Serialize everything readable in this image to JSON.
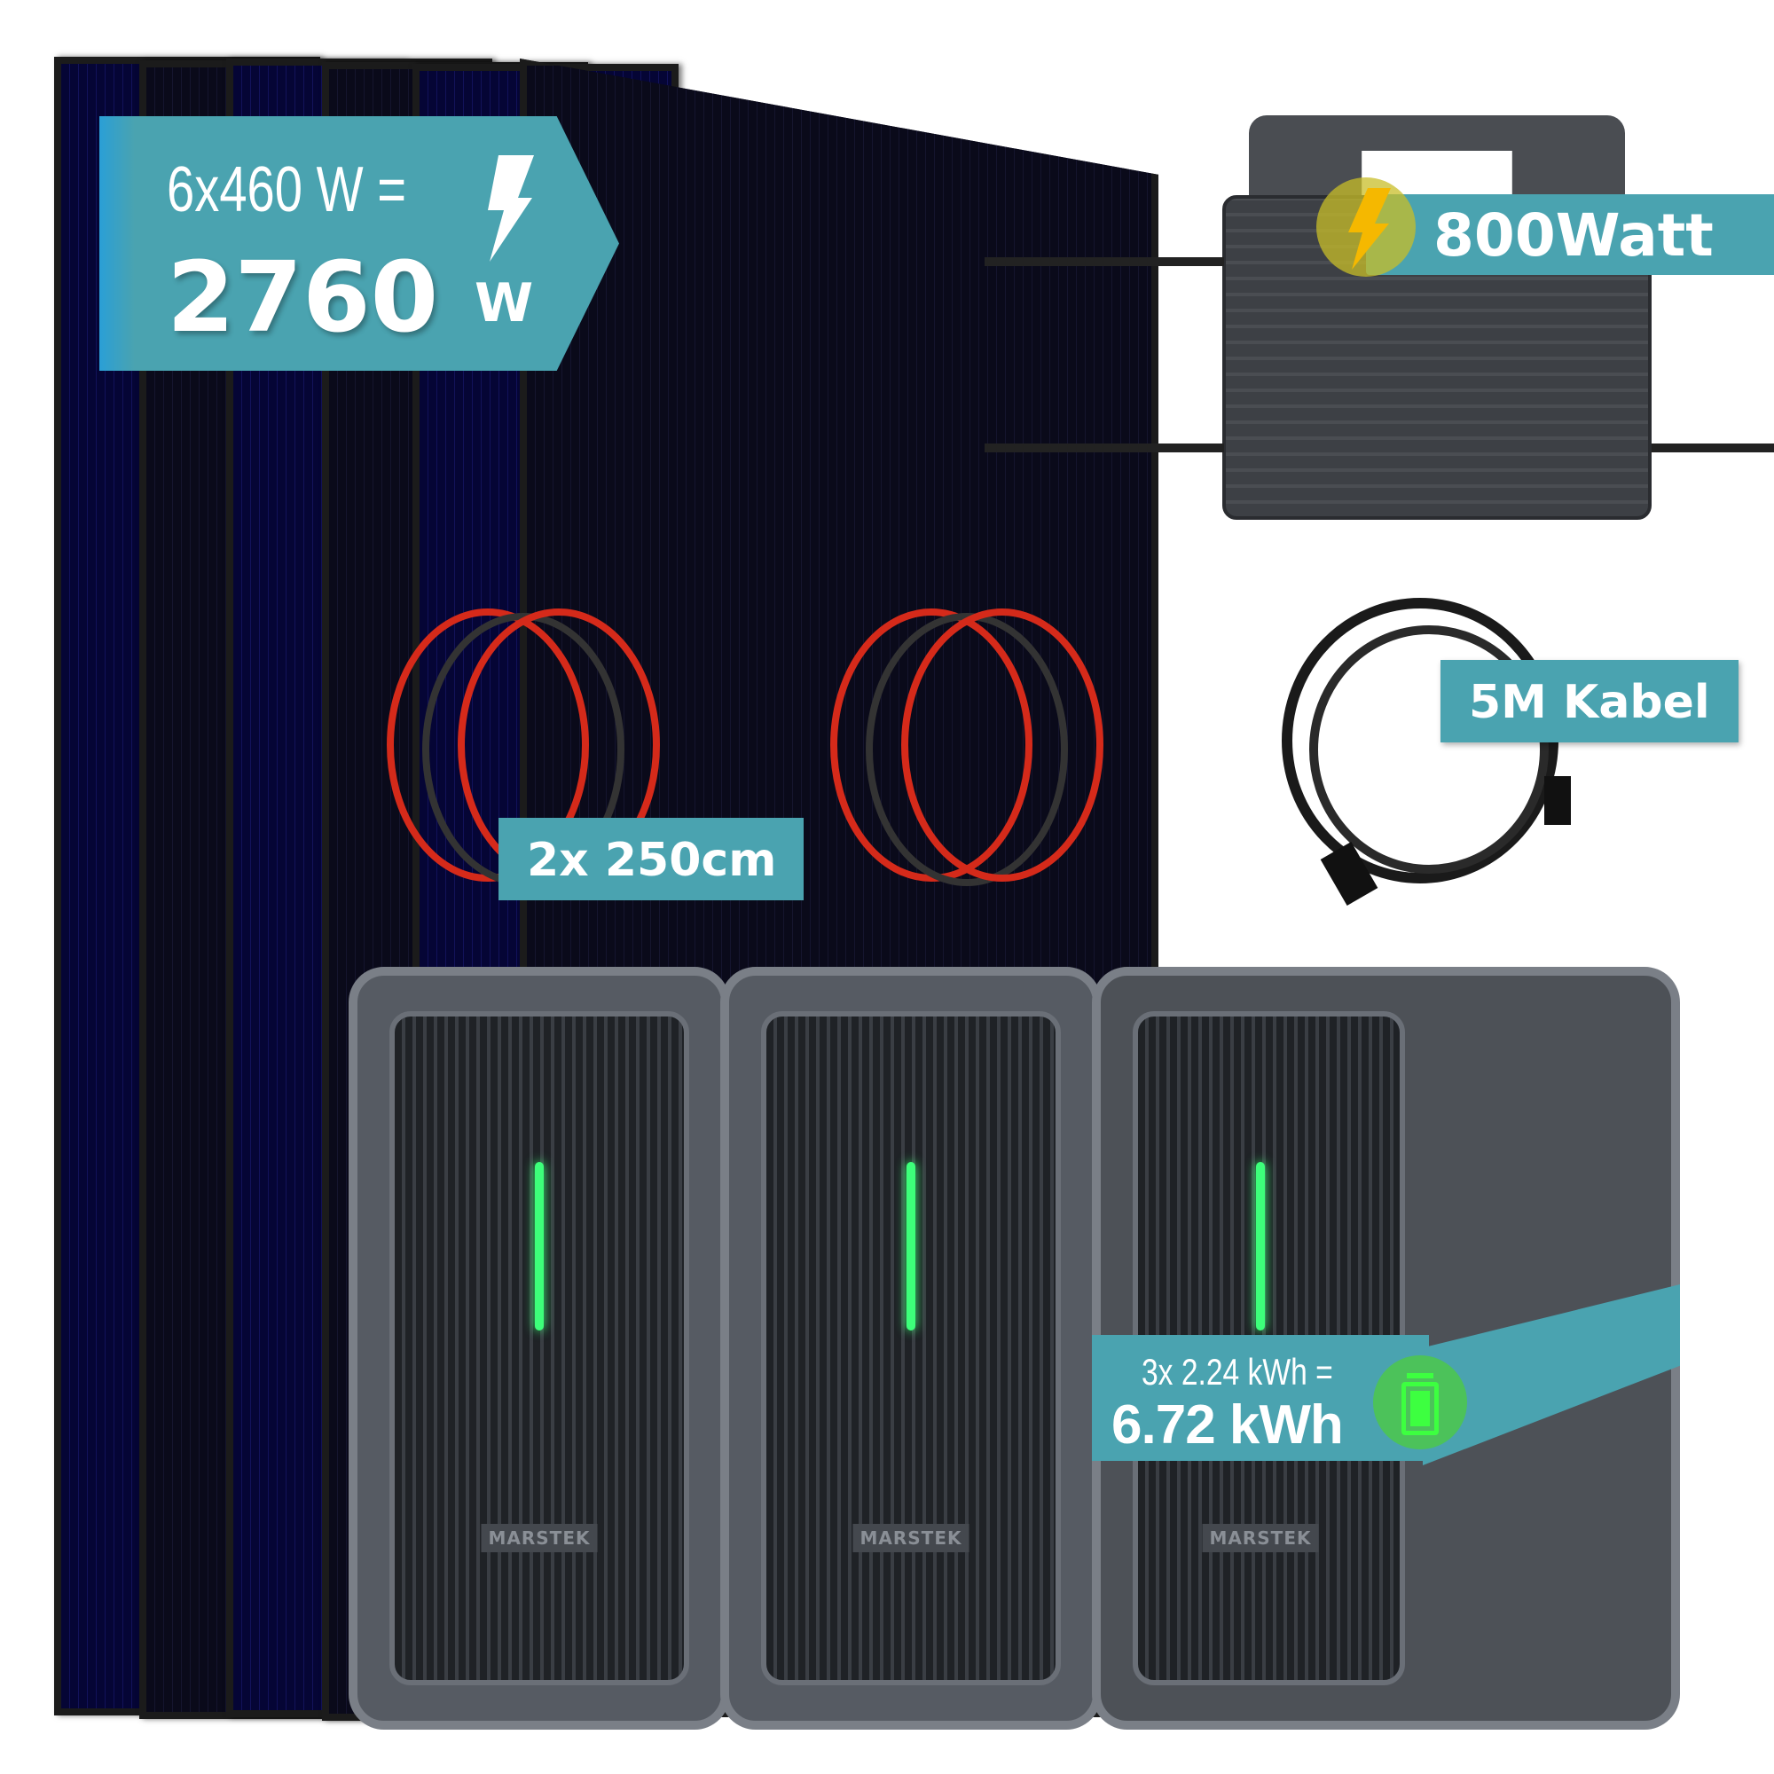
{
  "panel_badge": {
    "formula": "6x460 W =",
    "total": "2760",
    "unit": "W",
    "icon": "lightning-bolt-icon"
  },
  "inverter_badge": {
    "label": "800Watt",
    "icon": "lightning-bolt-icon"
  },
  "cable_badge": {
    "label": "5M Kabel"
  },
  "solar_cable_badge": {
    "label": "2x 250cm"
  },
  "battery_badge": {
    "formula": "3x 2.24 kWh =",
    "total": "6.72 kWh",
    "icon": "battery-full-icon"
  },
  "battery_brand": "MARSTEK",
  "colors": {
    "badge": "#4aa3b0",
    "led": "#3dff7a",
    "battery_body": "#565b63"
  }
}
